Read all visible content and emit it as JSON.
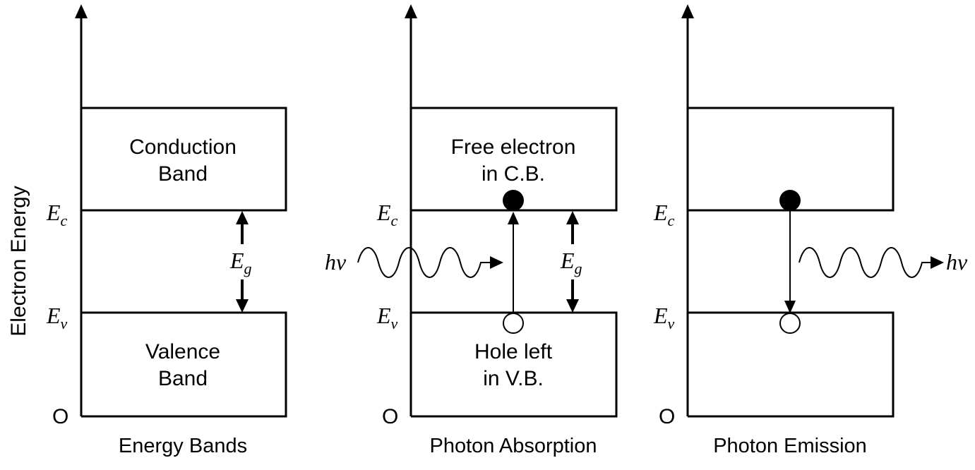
{
  "y_axis_label": "Electron Energy",
  "origin_label": "O",
  "ec_main": "E",
  "ec_sub": "c",
  "ev_main": "E",
  "ev_sub": "v",
  "eg_main": "E",
  "eg_sub": "g",
  "photon_label": "hν",
  "panels": [
    {
      "caption": "Energy Bands",
      "cb_text": [
        "Conduction",
        "Band"
      ],
      "vb_text": [
        "Valence",
        "Band"
      ]
    },
    {
      "caption": "Photon Absorption",
      "cb_text": [
        "Free electron",
        "in C.B."
      ],
      "vb_text": [
        "Hole left",
        "in V.B."
      ]
    },
    {
      "caption": "Photon Emission",
      "cb_text": [],
      "vb_text": []
    }
  ]
}
